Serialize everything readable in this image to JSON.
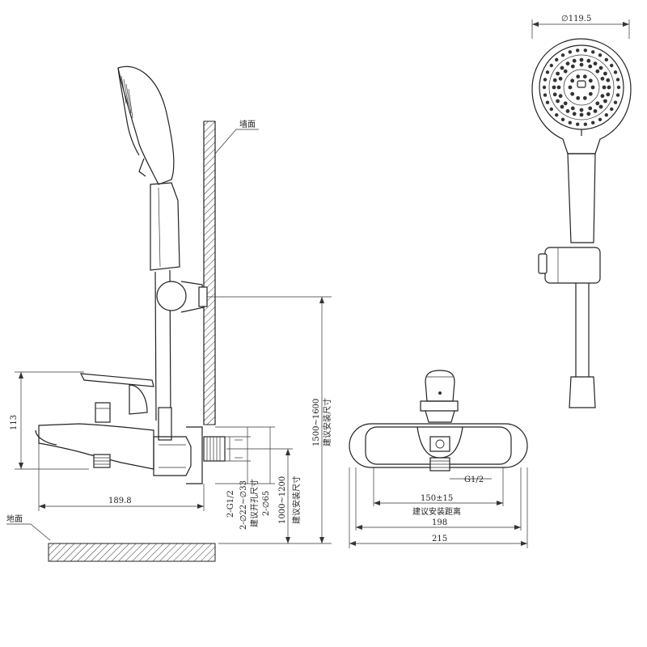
{
  "labels": {
    "wall": "墙面",
    "floor": "地面"
  },
  "dimensions": {
    "spout_height": "113",
    "spout_length": "189.8",
    "holder_height": "1500~1600",
    "holder_height_note": "建议安装尺寸",
    "mixer_height": "1000~1200",
    "mixer_height_note": "建议安装尺寸",
    "thread_size": "2-G1/2",
    "hole_diameter": "2-∅22~∅33",
    "hole_note": "建议开孔尺寸",
    "flange_diameter": "2-∅65",
    "centers": "150±15",
    "centers_note": "建议安装距离",
    "inlet_thread": "G1/2",
    "width_inner": "198",
    "width_outer": "215",
    "head_diameter": "∅119.5"
  }
}
